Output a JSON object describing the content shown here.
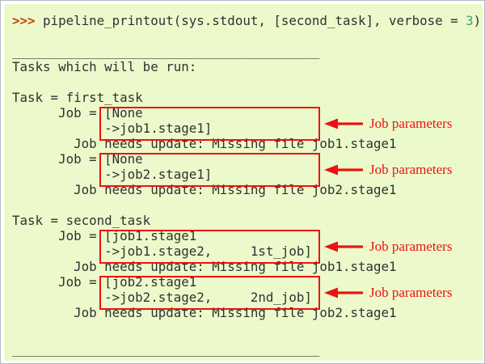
{
  "colors": {
    "background": "#ecfacb",
    "console_text": "#303030",
    "prompt": "#c0490b",
    "number": "#40a070",
    "annotation": "#ee1111"
  },
  "console": {
    "prompt": {
      "symbol": ">>>",
      "before_number": " pipeline_printout(sys.stdout, [second_task], verbose = ",
      "number": "3",
      "after_number": ")"
    },
    "lines": [
      "",
      "________________________________________",
      "Tasks which will be run:",
      "",
      "Task = first_task",
      "      Job = [None",
      "            ->job1.stage1]",
      "        Job needs update: Missing file job1.stage1",
      "      Job = [None",
      "            ->job2.stage1]",
      "        Job needs update: Missing file job2.stage1",
      "",
      "Task = second_task",
      "      Job = [job1.stage1",
      "            ->job1.stage2,     1st_job]",
      "        Job needs update: Missing file job1.stage1",
      "      Job = [job2.stage1",
      "            ->job2.stage2,     2nd_job]",
      "        Job needs update: Missing file job2.stage1",
      "",
      "________________________________________"
    ]
  },
  "annotations": {
    "label": "Job parameters"
  }
}
